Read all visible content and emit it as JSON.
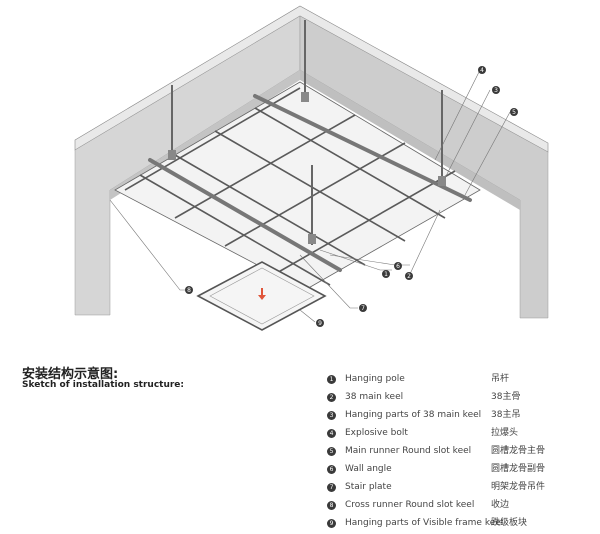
{
  "heading": {
    "title_cn": "安装结构示意图:",
    "title_en": "Sketch of installation structure:"
  },
  "legend": [
    {
      "num": "1",
      "en": "Hanging pole",
      "cn": "吊杆"
    },
    {
      "num": "2",
      "en": "38 main keel",
      "cn": "38主骨"
    },
    {
      "num": "3",
      "en": "Hanging parts of 38 main keel",
      "cn": "38主吊"
    },
    {
      "num": "4",
      "en": "Explosive bolt",
      "cn": "拉爆头"
    },
    {
      "num": "5",
      "en": "Main runner Round slot keel",
      "cn": "圆槽龙骨主骨"
    },
    {
      "num": "6",
      "en": "Wall angle",
      "cn": "圆槽龙骨副骨"
    },
    {
      "num": "7",
      "en": "Stair plate",
      "cn": "明架龙骨吊件"
    },
    {
      "num": "8",
      "en": "Cross runner Round slot keel",
      "cn": "收边"
    },
    {
      "num": "9",
      "en": "Hanging parts of Visible frame keel",
      "cn": "跌级板块"
    }
  ],
  "callouts": [
    "4",
    "3",
    "5",
    "1",
    "6",
    "2",
    "7",
    "8",
    "9"
  ],
  "colors": {
    "wall_front": "#d9d9d9",
    "wall_side": "#cfcfcf",
    "wall_top": "#e6e6e6",
    "line": "#444444",
    "badge": "#3a3a3a",
    "accent_arrow": "#e0553a"
  }
}
